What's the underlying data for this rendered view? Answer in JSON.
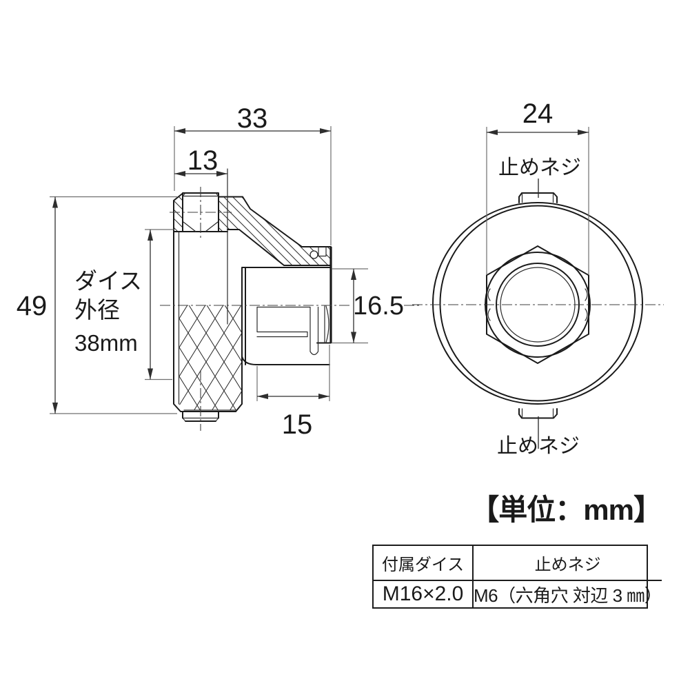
{
  "drawing": {
    "side_view": {
      "dim_total_width": "33",
      "dim_screw_offset": "13",
      "dim_total_height": "49",
      "die_note_line1": "ダイス",
      "die_note_line2": "外径",
      "die_note_line3": "38mm",
      "dim_shaft_dia": "16.5",
      "dim_shaft_len": "15"
    },
    "front_view": {
      "dim_hex_flats": "24",
      "set_screw_label_top": "止めネジ",
      "set_screw_label_bottom": "止めネジ"
    },
    "units_note": "【単位：mm】",
    "spec_table": {
      "headers": [
        "付属ダイス",
        "止めネジ"
      ],
      "row": [
        "M16×2.0",
        "M6（六角穴 対辺 3 ㎜）"
      ]
    }
  },
  "colors": {
    "line": "#1a1a1a",
    "dimension": "#2e2e2e",
    "extension": "#6f6f6f",
    "background": "#ffffff"
  }
}
